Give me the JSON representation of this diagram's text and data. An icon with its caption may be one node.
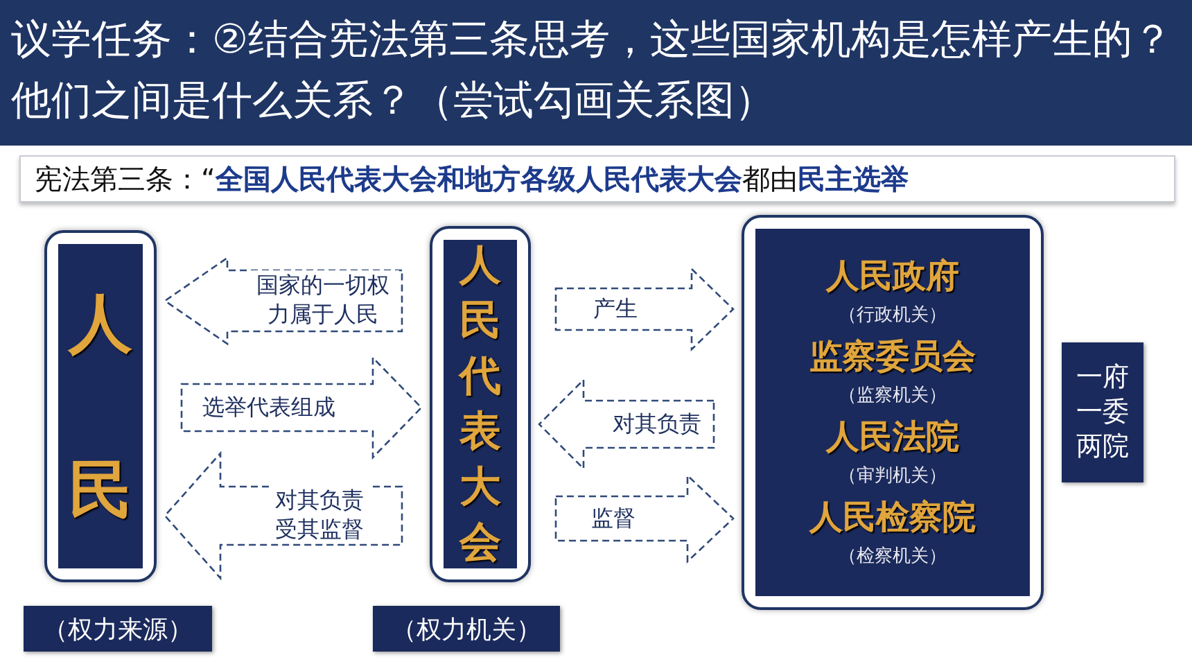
{
  "diagram": {
    "title": "议学任务：②结合宪法第三条思考，这些国家机构是怎样产生的？他们之间是什么关系？（尝试勾画关系图）",
    "nodes": [
      {
        "text": [
          "人民"
        ]
      },
      {
        "text": [
          "人民代表大会"
        ]
      },
      {
        "text": [
          "人民政府",
          "（行政机关）",
          "监察委员会",
          "（监察机关）",
          "人民法院",
          "（审判机关）",
          "人民检察院",
          "（检察机关）"
        ]
      },
      {
        "text": [
          "一府一委两院"
        ]
      },
      {
        "text": [
          "（权力来源）"
        ]
      },
      {
        "text": [
          "（权力机关）"
        ]
      }
    ],
    "edges": [
      {
        "from": 1,
        "to": 0,
        "arrow": "to",
        "label": "国家的一切权力属于人民",
        "style": "dashed"
      },
      {
        "from": 0,
        "to": 1,
        "arrow": "to",
        "label": "选举代表组成",
        "style": "dashed"
      },
      {
        "from": 1,
        "to": 0,
        "arrow": "to",
        "label": "对其负责受其监督",
        "style": "dashed"
      },
      {
        "from": 1,
        "to": 2,
        "arrow": "to",
        "label": "产生",
        "style": "dashed"
      },
      {
        "from": 2,
        "to": 1,
        "arrow": "to",
        "label": "对其负责",
        "style": "dashed"
      },
      {
        "from": 1,
        "to": 2,
        "arrow": "to",
        "label": "监督",
        "style": "dashed"
      }
    ],
    "labels": [
      "宪法第三条：“**全国人民代表大会和地方各级人民代表大会**都由**民主选举**"
    ]
  }
}
